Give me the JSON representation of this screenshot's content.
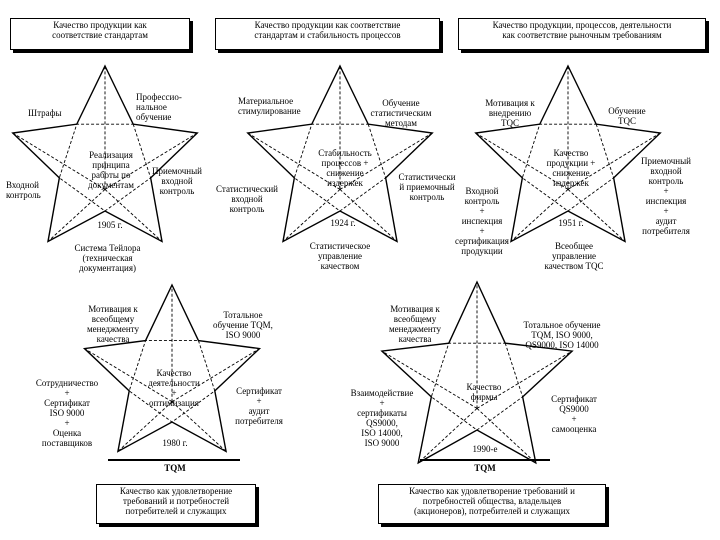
{
  "top_boxes": [
    [
      "Качество продукции как",
      "соответствие стандартам"
    ],
    [
      "Качество продукции как соответствие",
      "стандартам и стабильность процессов"
    ],
    [
      "Качество продукции, процессов, деятельности",
      "как соответствие рыночным требованиям"
    ]
  ],
  "stars": [
    {
      "year": "1905 г.",
      "center": [
        "Реализация",
        "принципа",
        "работы по",
        "документам"
      ],
      "labels": {
        "shtraf": [
          "Штрафы"
        ],
        "prof": [
          "Профессио-",
          "нальное",
          "обучение"
        ],
        "vhod": [
          "Входной",
          "контроль"
        ],
        "priem": [
          "Приемочный",
          "входной",
          "контроль"
        ],
        "bottom": [
          "Система Тейлора",
          "(техническая",
          "документация)"
        ]
      }
    },
    {
      "year": "1924 г.",
      "center": [
        "Стабильность",
        "процессов +",
        "снижение",
        "издержек"
      ],
      "labels": {
        "mater": [
          "Материальное",
          "стимулирование"
        ],
        "obuch": [
          "Обучение",
          "статистическим",
          "методам"
        ],
        "stat_left": [
          "Статистический",
          "входной",
          "контроль"
        ],
        "stat_right": [
          "Статистически",
          "й приемочный",
          "контроль"
        ],
        "bottom": [
          "Статистическое",
          "управление",
          "качеством"
        ]
      }
    },
    {
      "year": "1951 г.",
      "center": [
        "Качество",
        "продукции +",
        "снижение",
        "издержек"
      ],
      "labels": {
        "motiv": [
          "Мотивация к",
          "внедрению",
          "TQC"
        ],
        "obuch": [
          "Обучение",
          "TQC"
        ],
        "left": [
          "Входной",
          "контроль",
          "+",
          "инспекция",
          "+",
          "сертификация",
          "продукции"
        ],
        "right": [
          "Приемочный",
          "входной",
          "контроль",
          "+",
          "инспекция",
          "+",
          "аудит",
          "потребителя"
        ],
        "bottom": [
          "Всеобщее",
          "управление",
          "качеством TQC"
        ]
      }
    },
    {
      "year": "1980 г.",
      "center": [
        "Качество",
        "деятельности",
        "+",
        "оптимизация"
      ],
      "labels": {
        "motiv": [
          "Мотивация к",
          "всеобщему",
          "менеджменту",
          "качества"
        ],
        "obuch": [
          "Тотальное",
          "обучение TQM,",
          "ISO 9000"
        ],
        "left": [
          "Сотрудничество",
          "+",
          "Сертификат",
          "ISO 9000",
          "+",
          "Оценка",
          "поставщиков"
        ],
        "right": [
          "Сертификат",
          "+",
          "аудит",
          "потребителя"
        ],
        "bottom": [
          "TQM"
        ]
      }
    },
    {
      "year": "1990-е",
      "center": [
        "Качество",
        "фирмы"
      ],
      "labels": {
        "motiv": [
          "Мотивация к",
          "всеобщему",
          "менеджменту",
          "качества"
        ],
        "obuch": [
          "Тотальное обучение",
          "TQM, ISO 9000,",
          "QS9000, ISO 14000"
        ],
        "left": [
          "Взаимодействие",
          "+",
          "сертификаты",
          "QS9000,",
          "ISO 14000,",
          "ISO 9000"
        ],
        "right": [
          "Сертификат",
          "QS9000",
          "+",
          "самооценка"
        ],
        "bottom": [
          "TQM"
        ]
      }
    }
  ],
  "bottom_boxes": [
    [
      "Качество как удовлетворение",
      "требований и потребностей",
      "потребителей и служащих"
    ],
    [
      "Качество как удовлетворение требований и",
      "потребностей общества, владельцев",
      "(акционеров), потребителей и служащих"
    ]
  ]
}
